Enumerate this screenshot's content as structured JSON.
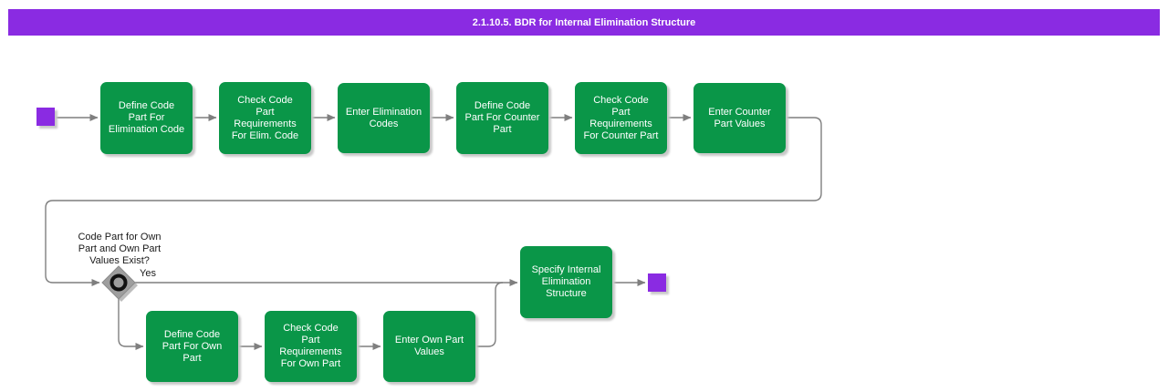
{
  "title_bar": {
    "text": "2.1.10.5. BDR for Internal Elimination Structure",
    "bg_color": "#8A2BE2",
    "text_color": "#FFFFFF"
  },
  "colors": {
    "activity_fill": "#0A9648",
    "activity_text": "#FFFFFF",
    "start_end_fill": "#8A2BE2",
    "connector": "#7F7F7F",
    "decision_fill": "#9E9E9E"
  },
  "diagram": {
    "activities": [
      {
        "id": "define-elimination-code",
        "label": "Define Code\nPart For\nElimination Code"
      },
      {
        "id": "check-elim-code",
        "label": "Check Code\nPart\nRequirements\nFor Elim. Code"
      },
      {
        "id": "enter-elimination-codes",
        "label": "Enter Elimination\nCodes"
      },
      {
        "id": "define-counter-part",
        "label": "Define Code\nPart For Counter\nPart"
      },
      {
        "id": "check-counter-part",
        "label": "Check Code\nPart\nRequirements\nFor Counter Part"
      },
      {
        "id": "enter-counter-part-values",
        "label": "Enter Counter\nPart Values"
      },
      {
        "id": "define-own-part",
        "label": "Define Code\nPart For Own\nPart"
      },
      {
        "id": "check-own-part",
        "label": "Check Code\nPart\nRequirements\nFor Own Part"
      },
      {
        "id": "enter-own-part-values",
        "label": "Enter Own Part\nValues"
      },
      {
        "id": "specify-internal-elimination-structure",
        "label": "Specify Internal\nElimination\nStructure"
      }
    ],
    "decision": {
      "question": "Code Part for Own\nPart and Own Part\nValues Exist?",
      "branch_yes": "Yes"
    }
  }
}
